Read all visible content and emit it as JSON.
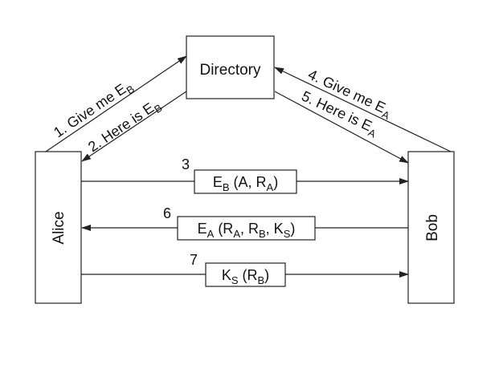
{
  "nodes": {
    "directory": "Directory",
    "alice": "Alice",
    "bob": "Bob"
  },
  "steps": {
    "s1": {
      "num": "1.",
      "text": "Give me E",
      "sub": "B"
    },
    "s2": {
      "num": "2.",
      "text": "Here is E",
      "sub": "B"
    },
    "s3": {
      "num": "3",
      "msg": [
        [
          "E",
          "B"
        ],
        [
          " (A, R",
          "A"
        ],
        [
          ")",
          ""
        ]
      ]
    },
    "s4": {
      "num": "4.",
      "text": "Give me E",
      "sub": "A"
    },
    "s5": {
      "num": "5.",
      "text": "Here is E",
      "sub": "A"
    },
    "s6": {
      "num": "6",
      "msg": [
        [
          "E",
          "A"
        ],
        [
          " (R",
          "A"
        ],
        [
          ", R",
          "B"
        ],
        [
          ", K",
          "S"
        ],
        [
          ")",
          ""
        ]
      ]
    },
    "s7": {
      "num": "7",
      "msg": [
        [
          "K",
          "S"
        ],
        [
          " (R",
          "B"
        ],
        [
          ")",
          ""
        ]
      ]
    }
  },
  "colors": {
    "line": "#222222",
    "text": "#111111"
  }
}
